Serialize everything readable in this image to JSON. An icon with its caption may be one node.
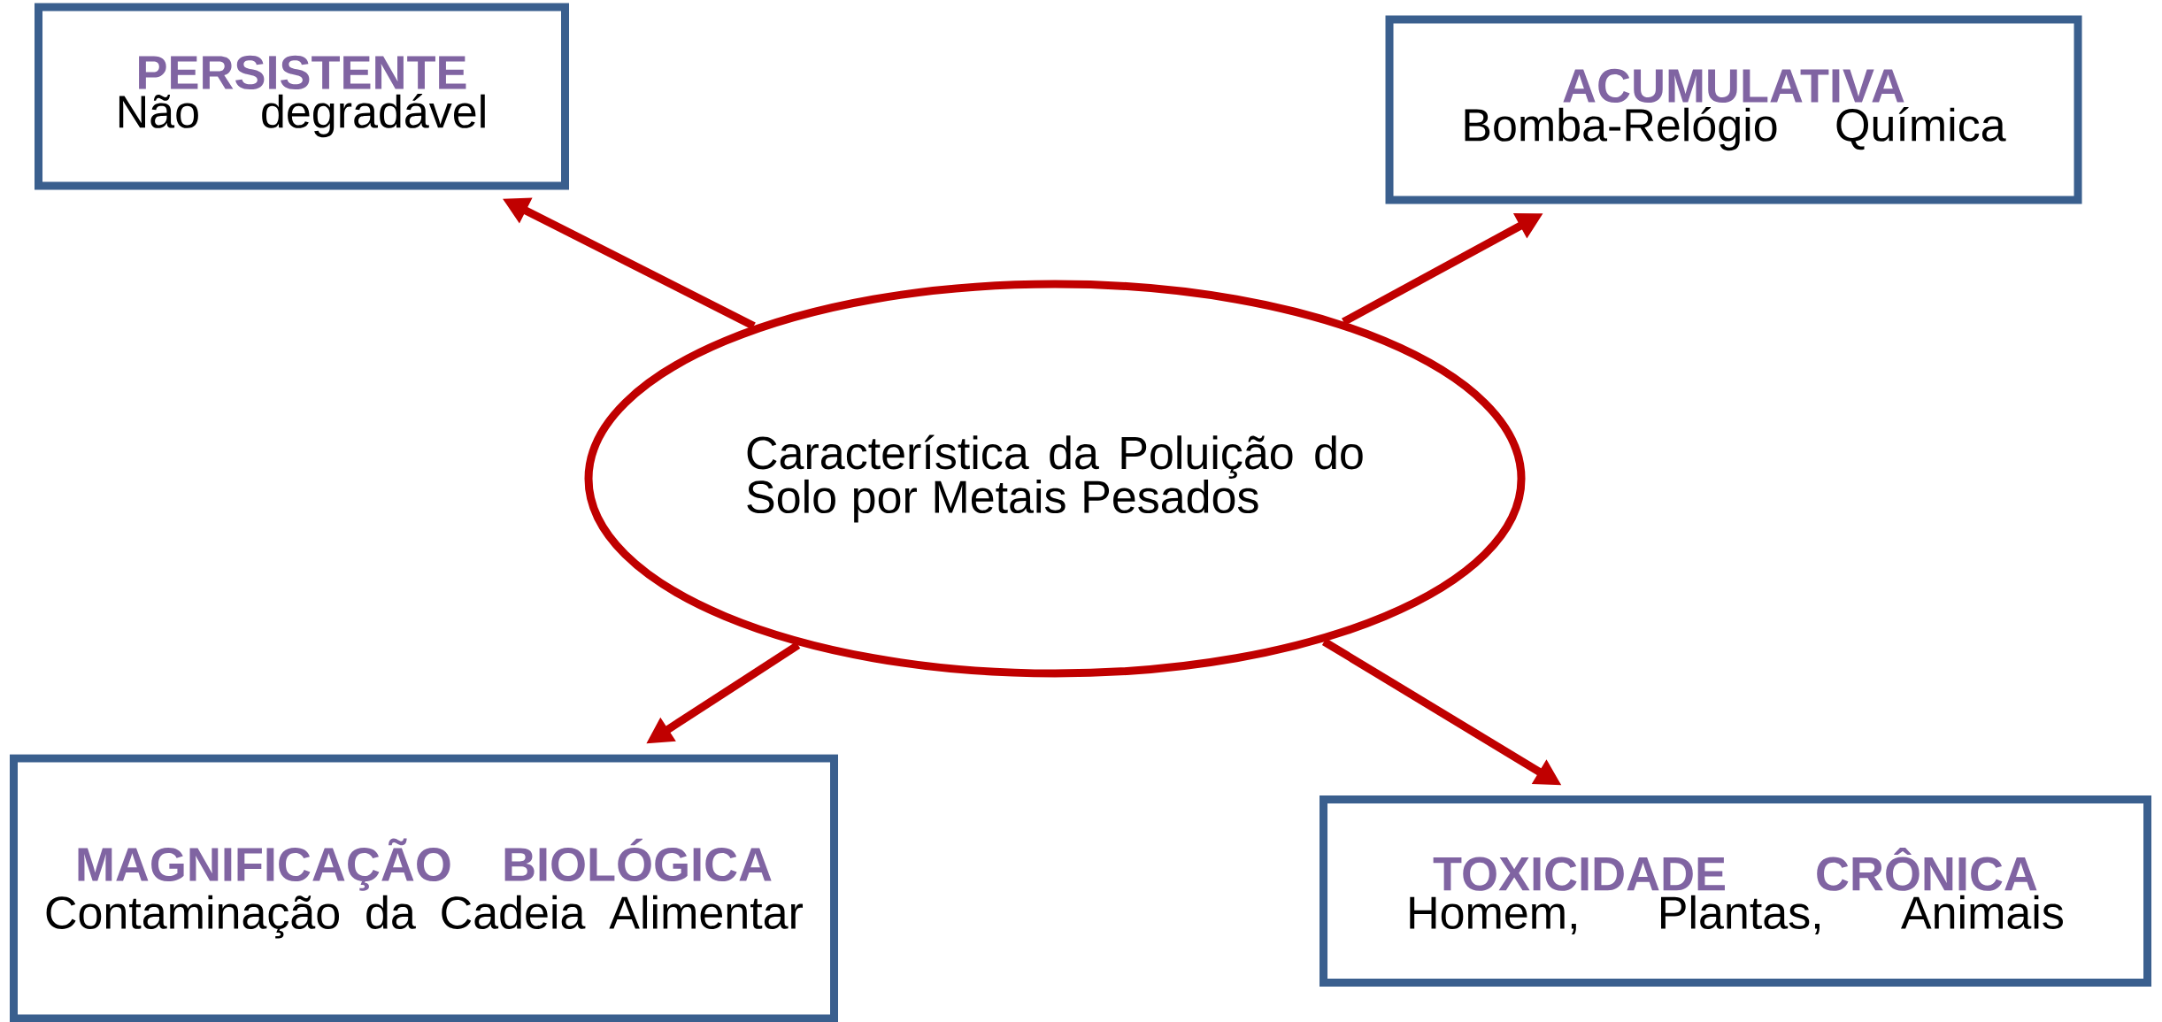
{
  "diagram": {
    "nodes": [
      {
        "text": [
          "PERSISTENTE",
          "Não degradável"
        ]
      },
      {
        "text": [
          "ACUMULATIVA",
          "Bomba-Relógio Química"
        ]
      },
      {
        "text": [
          "Característica da Poluição do Solo por Metais Pesados"
        ]
      },
      {
        "text": [
          "MAGNIFICAÇÃO BIOLÓGICA",
          "Contaminação da Cadeia Alimentar"
        ]
      },
      {
        "text": [
          "TOXICIDADE CRÔNICA",
          "Homem, Plantas, Animais"
        ]
      }
    ],
    "edges": [
      {
        "from": 2,
        "to": 0,
        "arrow": "to"
      },
      {
        "from": 2,
        "to": 1,
        "arrow": "to"
      },
      {
        "from": 2,
        "to": 3,
        "arrow": "to"
      },
      {
        "from": 2,
        "to": 4,
        "arrow": "to"
      }
    ]
  }
}
